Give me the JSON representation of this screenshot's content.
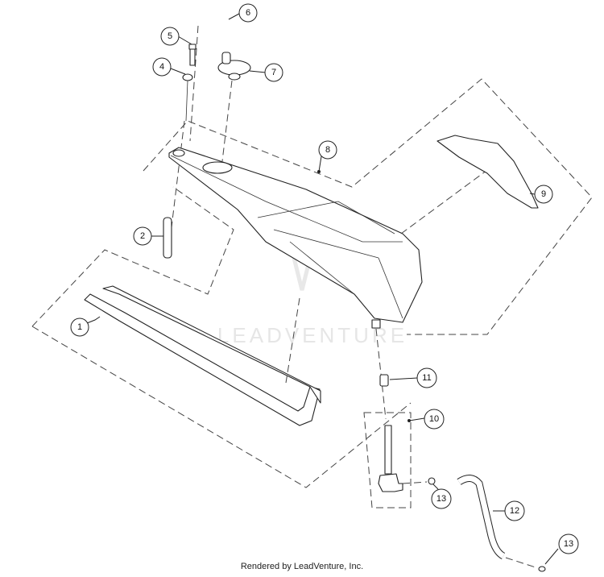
{
  "callouts": [
    {
      "id": "c1",
      "label": "1"
    },
    {
      "id": "c2",
      "label": "2"
    },
    {
      "id": "c4",
      "label": "4"
    },
    {
      "id": "c5",
      "label": "5"
    },
    {
      "id": "c6",
      "label": "6"
    },
    {
      "id": "c7",
      "label": "7"
    },
    {
      "id": "c8",
      "label": "8"
    },
    {
      "id": "c9",
      "label": "9"
    },
    {
      "id": "c10",
      "label": "10"
    },
    {
      "id": "c11",
      "label": "11"
    },
    {
      "id": "c12",
      "label": "12"
    },
    {
      "id": "c13a",
      "label": "13"
    },
    {
      "id": "c13b",
      "label": "13"
    }
  ],
  "watermark": {
    "text": "LEADVENTURE"
  },
  "footer": {
    "text": "Rendered by LeadVenture, Inc."
  }
}
